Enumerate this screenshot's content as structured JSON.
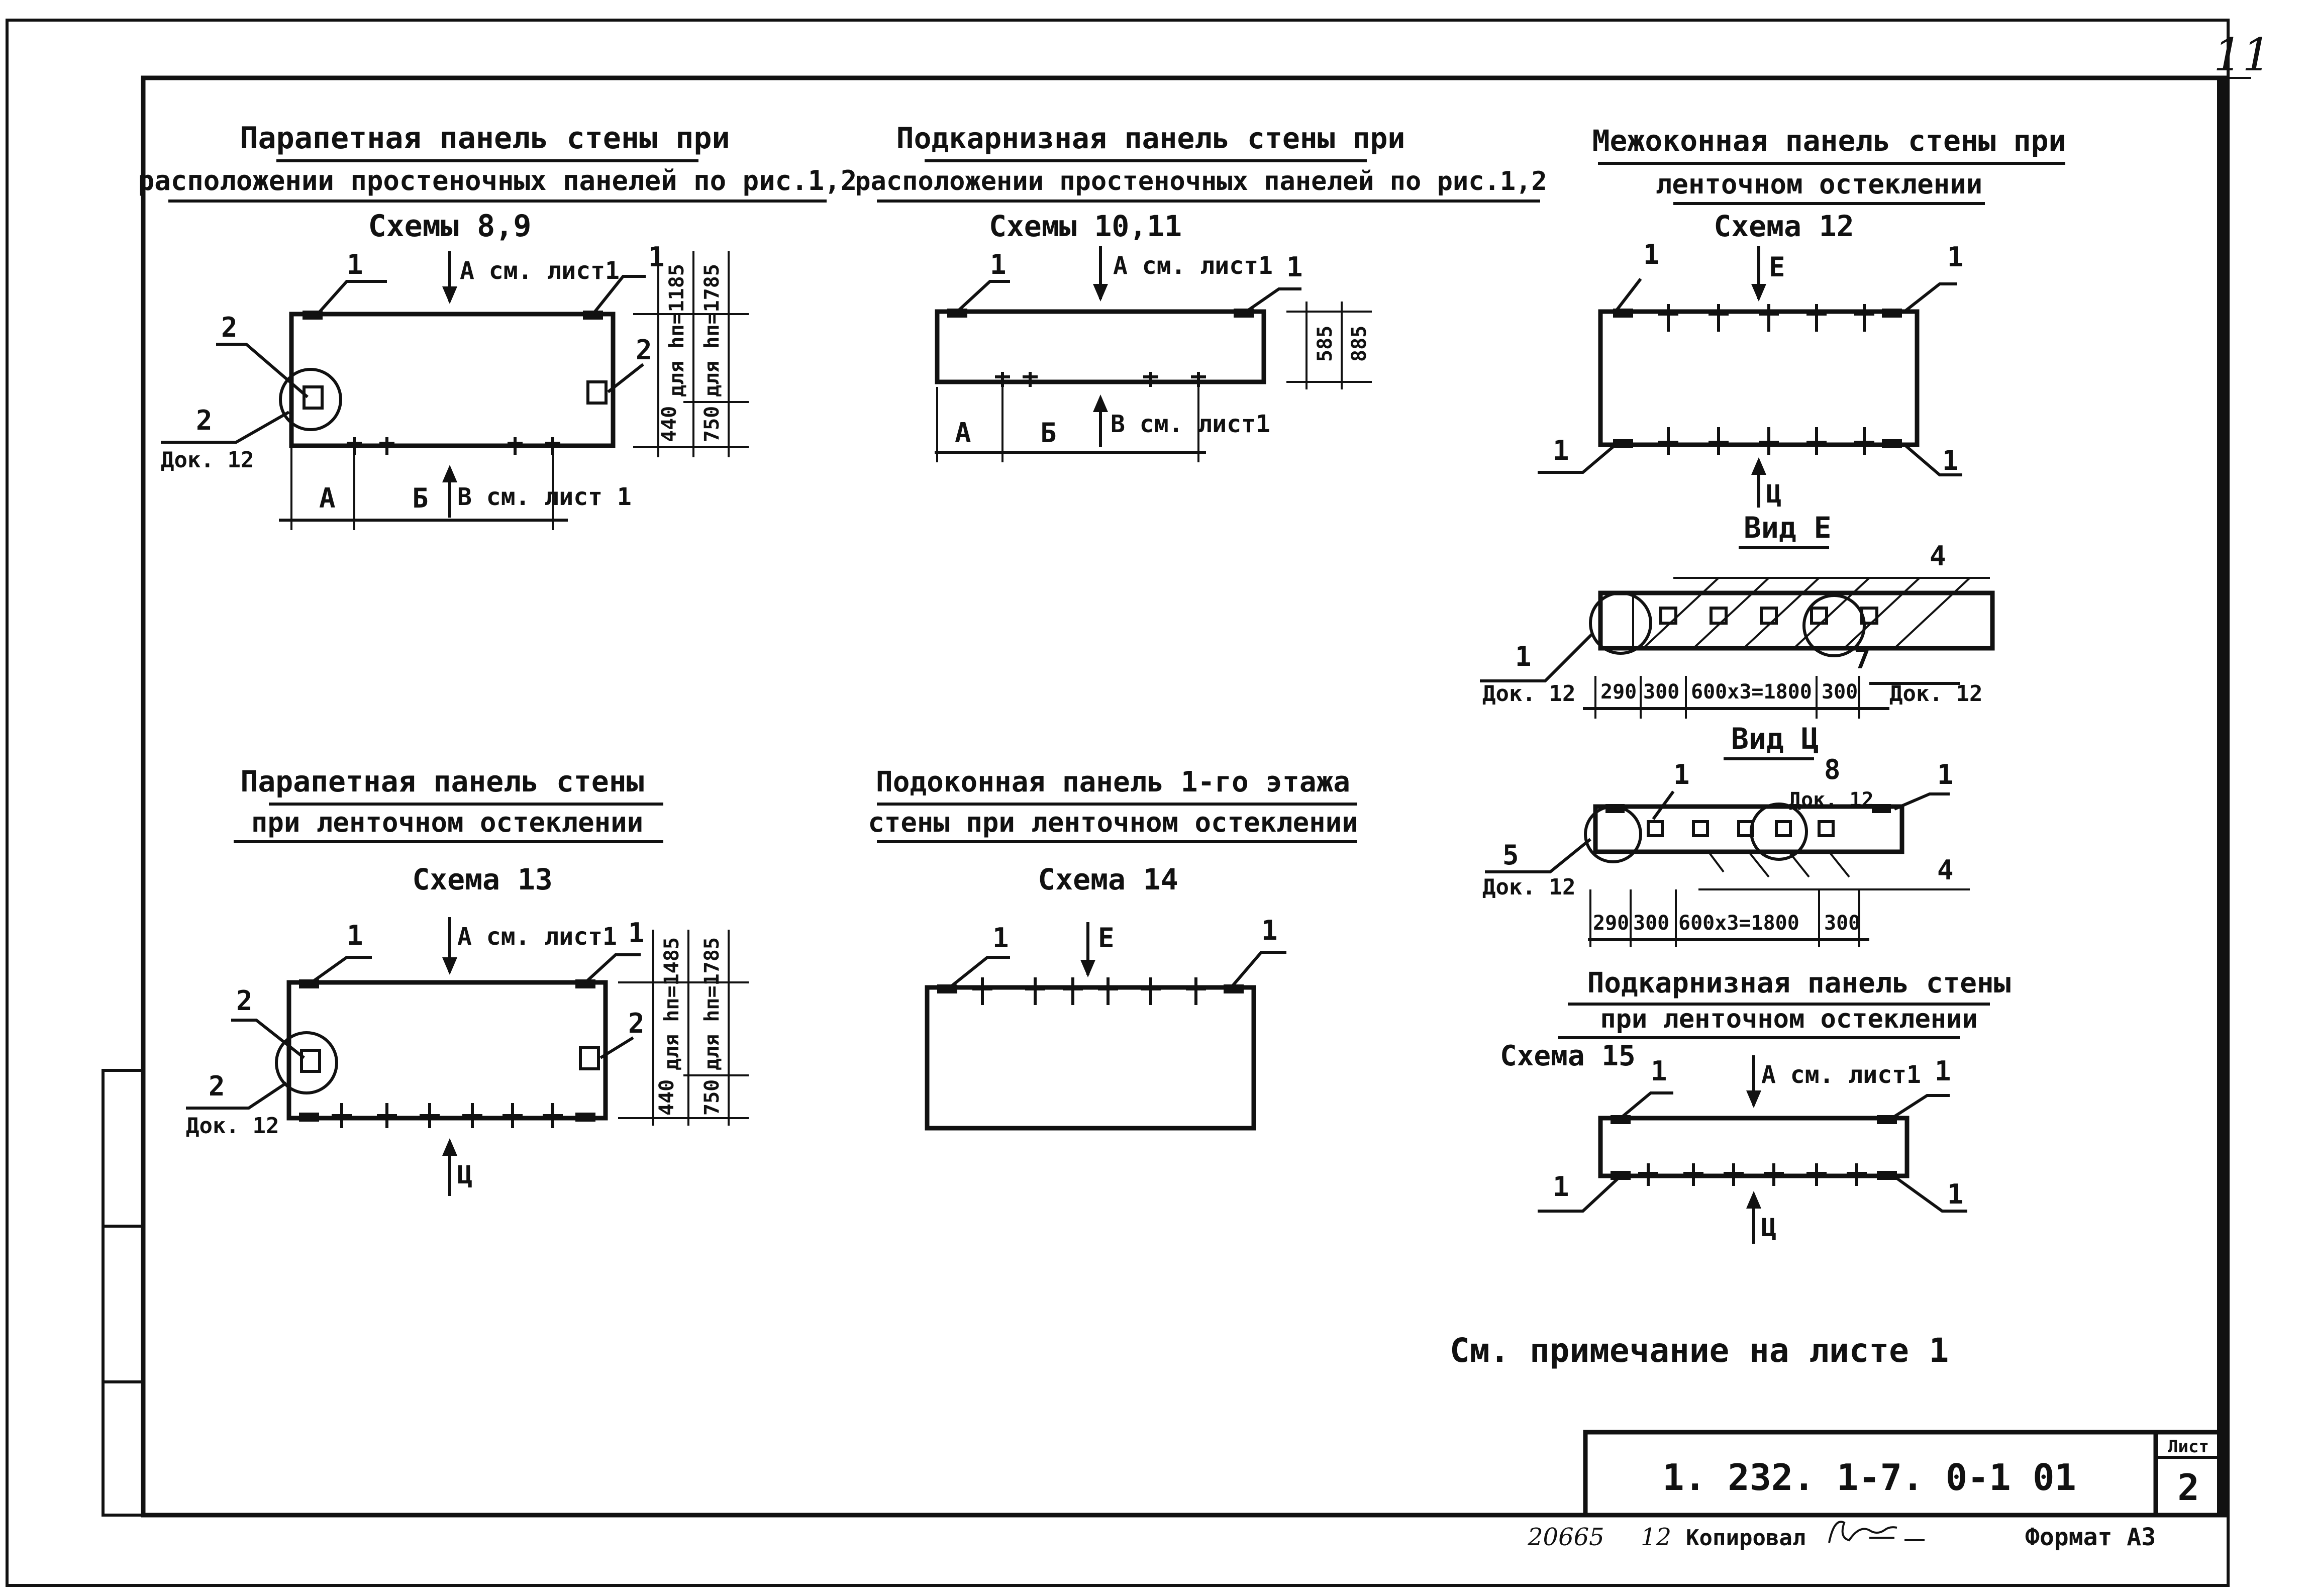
{
  "sheet": {
    "page_number": "11",
    "document_code": "1. 232. 1-7. 0-1 01",
    "sheet_label": "Лист",
    "sheet_number": "2",
    "inventory_number": "20665",
    "copy_number": "12",
    "copied_label": "Копировал",
    "format_label": "Формат А3",
    "note": "См. примечание на листе 1"
  },
  "schemes": [
    {
      "title_line1": "Парапетная панель стены при",
      "title_line2": "расположении простеночных панелей по рис.1,2",
      "scheme": "Схемы 8,9",
      "view_a": "А см. лист1",
      "view_b": "В см. лист 1",
      "dims": [
        "А",
        "Б"
      ],
      "heights": [
        "440",
        "для hп=1185",
        "для hп=1785",
        "750"
      ],
      "callouts": [
        "1",
        "1",
        "2",
        "2",
        "2"
      ],
      "detail": "Док. 12"
    },
    {
      "title_line1": "Подкарнизная панель стены при",
      "title_line2": "расположении простеночных панелей по рис.1,2",
      "scheme": "Схемы 10,11",
      "view_a": "А см. лист1",
      "view_b": "В см. лист1",
      "dims": [
        "А",
        "Б"
      ],
      "heights": [
        "585",
        "885"
      ],
      "callouts": [
        "1",
        "1"
      ]
    },
    {
      "title_line1": "Межоконная панель стены при",
      "title_line2": "ленточном остеклении",
      "scheme": "Схема 12",
      "view_e": "Е",
      "view_g": "Ц",
      "callouts": [
        "1",
        "1",
        "1",
        "1"
      ]
    },
    {
      "title_line1": "Парапетная панель стены",
      "title_line2": "при ленточном остеклении",
      "scheme": "Схема 13",
      "view_a": "А см. лист1",
      "view_g": "Ц",
      "heights": [
        "440",
        "для hп=1485",
        "для hп=1785",
        "750"
      ],
      "callouts": [
        "1",
        "1",
        "2",
        "2",
        "2"
      ],
      "detail": "Док. 12"
    },
    {
      "title_line1": "Подоконная панель 1-го этажа",
      "title_line2": "стены при ленточном остеклении",
      "scheme": "Схема 14",
      "view_e": "Е",
      "callouts": [
        "1",
        "1"
      ]
    },
    {
      "title_line1": "Подкарнизная панель стены",
      "title_line2": "при ленточном остеклении",
      "scheme": "Схема 15",
      "view_a": "А см. лист1",
      "view_g": "Ц",
      "callouts": [
        "1",
        "1",
        "1",
        "1"
      ]
    }
  ],
  "views": {
    "view_e": {
      "title": "Вид Е",
      "callouts": [
        "4",
        "7",
        "1"
      ],
      "dims": [
        "290",
        "300",
        "600x3=1800",
        "300"
      ],
      "details": [
        "Док. 12",
        "Док. 12"
      ]
    },
    "view_g": {
      "title": "Вид Ц",
      "callouts": [
        "1",
        "8",
        "1",
        "5",
        "4"
      ],
      "dims": [
        "290",
        "300",
        "600x3=1800",
        "300"
      ],
      "details": [
        "Док. 12",
        "Док. 12"
      ]
    }
  }
}
